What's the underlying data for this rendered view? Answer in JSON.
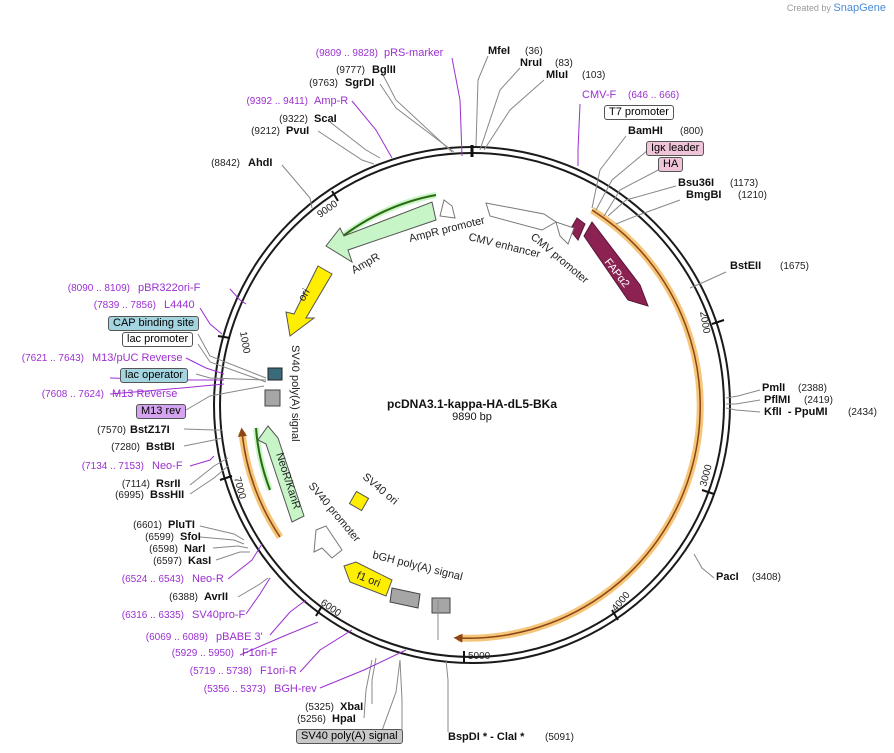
{
  "credit": {
    "prefix": "Created by",
    "brand": "SnapGene"
  },
  "plasmid": {
    "name": "pcDNA3.1-kappa-HA-dL5-BKa",
    "length_label": "9890 bp"
  },
  "ruler_ticks": [
    "1000",
    "2000",
    "3000",
    "4000",
    "5000",
    "6000",
    "7000",
    "9000"
  ],
  "enzymes_right": [
    {
      "name": "MfeI",
      "pos": "(36)"
    },
    {
      "name": "NruI",
      "pos": "(83)"
    },
    {
      "name": "MluI",
      "pos": "(103)"
    },
    {
      "name": "BamHI",
      "pos": "(800)"
    },
    {
      "name": "Bsu36I",
      "pos": "(1173)"
    },
    {
      "name": "BmgBI",
      "pos": "(1210)"
    },
    {
      "name": "BstEII",
      "pos": "(1675)"
    },
    {
      "name": "PmlI",
      "pos": "(2388)"
    },
    {
      "name": "PflMI",
      "pos": "(2419)"
    },
    {
      "name": "KflI  - PpuMI",
      "pos": "(2434)"
    },
    {
      "name": "PacI",
      "pos": "(3408)"
    },
    {
      "name": "BspDI * - ClaI *",
      "pos": "(5091)"
    }
  ],
  "enzymes_left": [
    {
      "name": "BglII",
      "pos": "(9777)"
    },
    {
      "name": "SgrDI",
      "pos": "(9763)"
    },
    {
      "name": "ScaI",
      "pos": "(9322)"
    },
    {
      "name": "PvuI",
      "pos": "(9212)"
    },
    {
      "name": "AhdI",
      "pos": "(8842)"
    },
    {
      "name": "BstZ17I",
      "pos": "(7570)"
    },
    {
      "name": "BstBI",
      "pos": "(7280)"
    },
    {
      "name": "RsrII",
      "pos": "(7114)"
    },
    {
      "name": "BssHII",
      "pos": "(6995)"
    },
    {
      "name": "PluTI",
      "pos": "(6601)"
    },
    {
      "name": "SfoI",
      "pos": "(6599)"
    },
    {
      "name": "NarI",
      "pos": "(6598)"
    },
    {
      "name": "KasI",
      "pos": "(6597)"
    },
    {
      "name": "AvrII",
      "pos": "(6388)"
    },
    {
      "name": "XbaI",
      "pos": "(5325)"
    },
    {
      "name": "HpaI",
      "pos": "(5256)"
    }
  ],
  "primers": [
    {
      "name": "pRS-marker",
      "range": "(9809 .. 9828)"
    },
    {
      "name": "Amp-R",
      "range": "(9392 .. 9411)"
    },
    {
      "name": "CMV-F",
      "range": "(646 .. 666)"
    },
    {
      "name": "pBR322ori-F",
      "range": "(8090 .. 8109)"
    },
    {
      "name": "L4440",
      "range": "(7839 .. 7856)"
    },
    {
      "name": "M13/pUC Reverse",
      "range": "(7621 .. 7643)"
    },
    {
      "name": "M13 Reverse",
      "range": "(7608 .. 7624)"
    },
    {
      "name": "Neo-F",
      "range": "(7134 .. 7153)"
    },
    {
      "name": "Neo-R",
      "range": "(6524 .. 6543)"
    },
    {
      "name": "SV40pro-F",
      "range": "(6316 .. 6335)"
    },
    {
      "name": "pBABE 3'",
      "range": "(6069 .. 6089)"
    },
    {
      "name": "F1ori-F",
      "range": "(5929 .. 5950)"
    },
    {
      "name": "F1ori-R",
      "range": "(5719 .. 5738)"
    },
    {
      "name": "BGH-rev",
      "range": "(5356 .. 5373)"
    }
  ],
  "badges": {
    "t7": "T7 promoter",
    "igk": "Igκ leader",
    "ha": "HA",
    "cap": "CAP binding site",
    "lacp": "lac promoter",
    "laco": "lac operator",
    "m13rev": "M13 rev",
    "sv40pa": "SV40 poly(A) signal"
  },
  "features": {
    "ampr_promoter": "AmpR promoter",
    "ampr": "AmpR",
    "ori": "ori",
    "cmv_enhancer": "CMV enhancer",
    "cmv_promoter": "CMV promoter",
    "fapa2": "FAPα2",
    "sv40_pa_inner": "SV40 poly(A) signal",
    "neor": "NeoR/KanR",
    "sv40_promoter": "SV40 promoter",
    "sv40_ori": "SV40 ori",
    "bgh": "bGH poly(A) signal",
    "f1ori": "f1 ori"
  },
  "colors": {
    "backbone": "#1a1a1a",
    "fapa2": "#8b2252",
    "ori": "#ffee00",
    "resistance": "#c8f5c8",
    "orange_orf": "#f0a030",
    "primer": "#9b30d0"
  }
}
